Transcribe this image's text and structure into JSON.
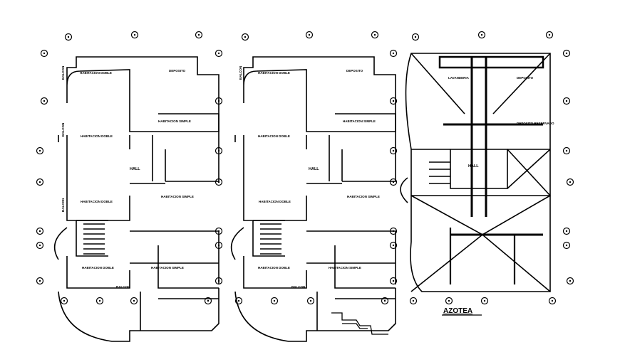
{
  "colors": {
    "line": "#000000",
    "background": "#ffffff"
  },
  "plans": [
    {
      "id": "plan-1",
      "rooms": {
        "balcon_top": "BALCON",
        "hab_doble_1": "HABITACION DOBLE",
        "deposito": "DEPOSITO",
        "balcon_mid": "BALCON",
        "hab_doble_2": "HABITACION DOBLE",
        "hab_simple_1": "HABITACION SIMPLE",
        "hall": "HALL",
        "balcon_low": "BALCON",
        "hab_doble_3": "HABITACION DOBLE",
        "hab_simple_2": "HABITACION SIMPLE",
        "hab_doble_4": "HABITACION DOBLE",
        "hab_simple_3": "HABITACION SIMPLE",
        "balcon_bottom": "BALCON"
      }
    },
    {
      "id": "plan-2",
      "rooms": {
        "balcon_top": "BALCON",
        "hab_doble_1": "HABITACION DOBLE",
        "deposito": "DEPOSITO",
        "hab_doble_2": "HABITACION DOBLE",
        "hab_simple_1": "HABITACION SIMPLE",
        "hall": "HALL",
        "hab_doble_3": "HABITACION DOBLE",
        "hab_simple_2": "HABITACION SIMPLE",
        "hab_doble_4": "HABITACION DOBLE",
        "hab_simple_3": "HABITACION SIMPLE",
        "balcon_bottom": "BALCON"
      }
    },
    {
      "id": "plan-3",
      "rooms": {
        "lavanderia": "LAVANDERIA",
        "deposito": "DEPOSITO",
        "deposito_reservado": "DEPOSITO RESERVADO",
        "hall": "HALL"
      },
      "title": "AZOTEA"
    }
  ]
}
